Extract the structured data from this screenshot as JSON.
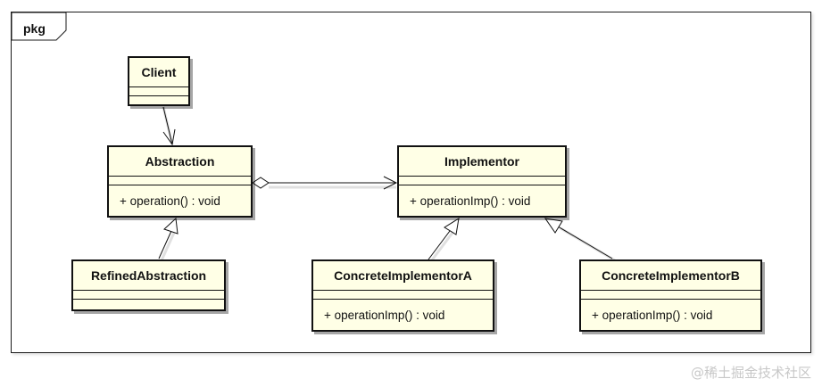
{
  "package": {
    "label": "pkg"
  },
  "classes": {
    "client": {
      "name": "Client"
    },
    "abstraction": {
      "name": "Abstraction",
      "operation": "+ operation() : void"
    },
    "refined": {
      "name": "RefinedAbstraction"
    },
    "implementor": {
      "name": "Implementor",
      "operation": "+ operationImp() : void"
    },
    "concreteA": {
      "name": "ConcreteImplementorA",
      "operation": "+ operationImp() : void"
    },
    "concreteB": {
      "name": "ConcreteImplementorB",
      "operation": "+ operationImp() : void"
    }
  },
  "relationships": [
    {
      "from": "Client",
      "to": "Abstraction",
      "type": "association"
    },
    {
      "from": "Abstraction",
      "to": "Implementor",
      "type": "aggregation"
    },
    {
      "from": "RefinedAbstraction",
      "to": "Abstraction",
      "type": "generalization"
    },
    {
      "from": "ConcreteImplementorA",
      "to": "Implementor",
      "type": "generalization"
    },
    {
      "from": "ConcreteImplementorB",
      "to": "Implementor",
      "type": "generalization"
    }
  ],
  "watermark": "@稀土掘金技术社区"
}
